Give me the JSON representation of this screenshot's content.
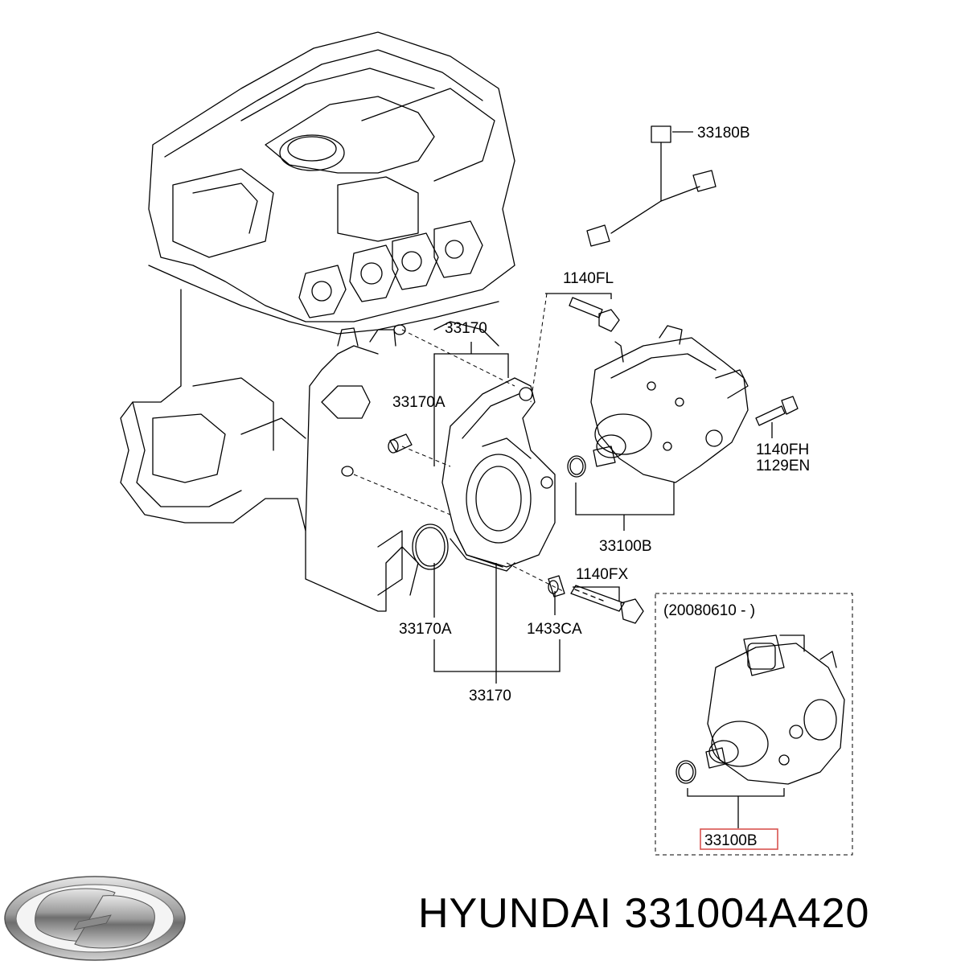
{
  "diagram": {
    "part_labels": {
      "wiring_harness": "33180B",
      "upper_bolt": "1140FL",
      "bracket_top": "33170",
      "bracket_a_top": "33170A",
      "side_bolt_1": "1140FH",
      "side_bolt_2": "1129EN",
      "pump_main": "33100B",
      "lower_bolt": "1140FX",
      "bracket_a_bottom": "33170A",
      "bushing": "1433CA",
      "bracket_bottom": "33170"
    },
    "inset": {
      "date_range": "(20080610 - )",
      "pump_label": "33100B"
    }
  },
  "footer": {
    "brand": "HYUNDAI",
    "part_number": "331004A420",
    "logo_icon": "hyundai-logo-icon",
    "highlight_color": "#d9534f"
  }
}
